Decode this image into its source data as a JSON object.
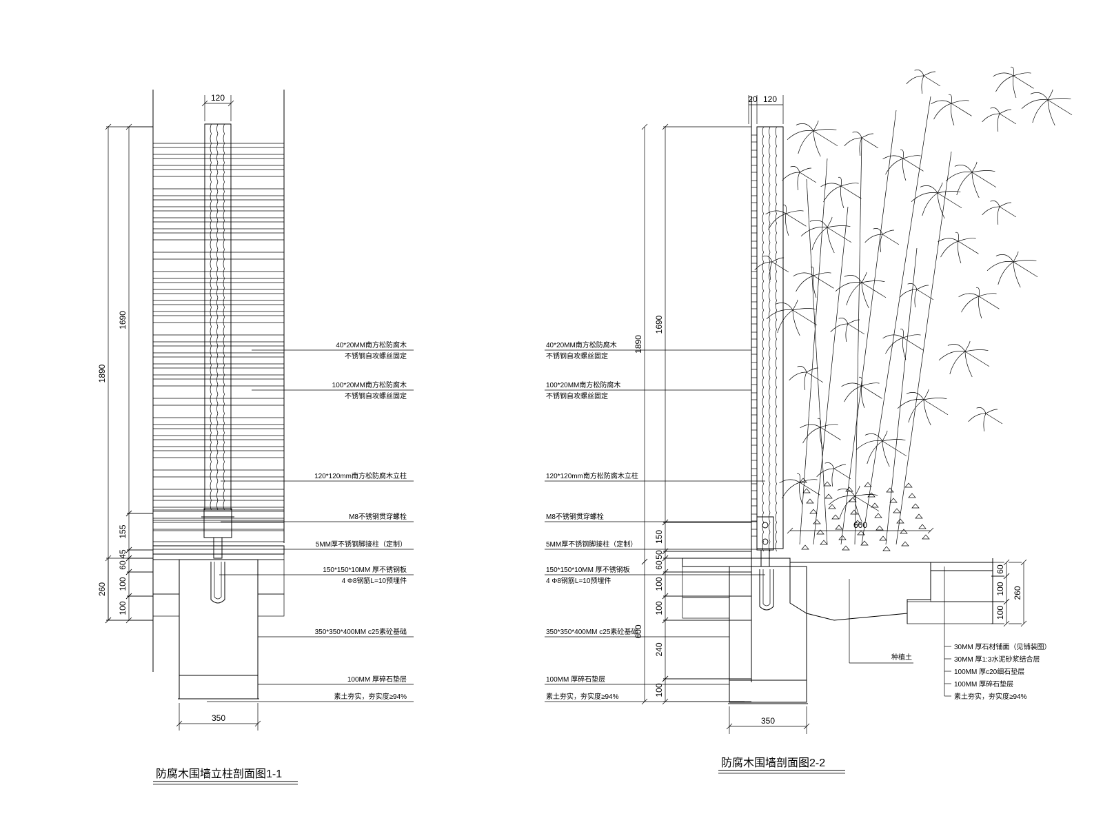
{
  "section1": {
    "title": "防腐木围墙立柱剖面图1-1",
    "dims": {
      "post_width": "120",
      "total_height": "1890",
      "board_height": "1690",
      "d155": "155",
      "d45": "45",
      "d60": "60",
      "d100a": "100",
      "d100b": "100",
      "d260": "260",
      "footing_width": "350"
    },
    "labels": [
      {
        "line1": "40*20MM南方松防腐木",
        "line2": "不锈钢自攻螺丝固定"
      },
      {
        "line1": "100*20MM南方松防腐木",
        "line2": "不锈钢自攻螺丝固定"
      },
      {
        "line1": "120*120mm南方松防腐木立柱",
        "line2": ""
      },
      {
        "line1": "M8不锈钢贯穿螺栓",
        "line2": ""
      },
      {
        "line1": "5MM厚不锈钢脚接柱（定制）",
        "line2": ""
      },
      {
        "line1": "150*150*10MM 厚不锈钢板",
        "line2": "4 Φ8钢筋L=10预埋件"
      },
      {
        "line1": "350*350*400MM c25素砼基础",
        "line2": ""
      },
      {
        "line1": "100MM 厚碎石垫层",
        "line2": ""
      },
      {
        "line1": "素土夯实，夯实度≥94%",
        "line2": ""
      }
    ]
  },
  "section2": {
    "title": "防腐木围墙剖面图2-2",
    "dims": {
      "d20": "20",
      "d120": "120",
      "d1690": "1690",
      "d1890": "1890",
      "d150": "150",
      "d50": "50",
      "d60": "60",
      "d100a": "100",
      "d100b": "100",
      "d600v": "600",
      "d240": "240",
      "d100c": "100",
      "footing_width": "350",
      "d600h": "600",
      "r60": "60",
      "r100a": "100",
      "r100b": "100",
      "r260": "260"
    },
    "labels_left": [
      {
        "line1": "40*20MM南方松防腐木",
        "line2": "不锈钢自攻螺丝固定"
      },
      {
        "line1": "100*20MM南方松防腐木",
        "line2": "不锈钢自攻螺丝固定"
      },
      {
        "line1": "120*120mm南方松防腐木立柱",
        "line2": ""
      },
      {
        "line1": "M8不锈钢贯穿螺栓",
        "line2": ""
      },
      {
        "line1": "5MM厚不锈钢脚接柱（定制）",
        "line2": ""
      },
      {
        "line1": "150*150*10MM 厚不锈钢板",
        "line2": "4 Φ8钢筋L=10预埋件"
      },
      {
        "line1": "350*350*400MM c25素砼基础",
        "line2": ""
      },
      {
        "line1": "100MM 厚碎石垫层",
        "line2": ""
      },
      {
        "line1": "素土夯实，夯实度≥94%",
        "line2": ""
      }
    ],
    "planting_soil": "种植土",
    "labels_right": [
      "30MM 厚石材铺面（见铺装图）",
      "30MM 厚1:3水泥砂浆结合层",
      "100MM 厚c20细石垫层",
      "100MM 厚碎石垫层",
      "素土夯实，夯实度≥94%"
    ]
  }
}
